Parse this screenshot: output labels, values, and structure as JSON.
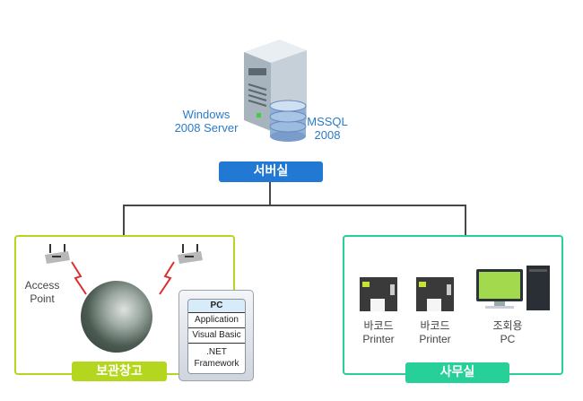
{
  "server": {
    "os_label_line1": "Windows",
    "os_label_line2": "2008 Server",
    "db_label_line1": "MSSQL",
    "db_label_line2": "2008",
    "room_label": "서버실",
    "room_color": "#2279d4"
  },
  "warehouse": {
    "label": "보관창고",
    "color": "#b5d61f",
    "access_point_line1": "Access",
    "access_point_line2": "Point",
    "pc_stack": {
      "title": "PC",
      "layers": [
        "Application",
        "Visual Basic",
        ".NET Framework"
      ]
    }
  },
  "office": {
    "label": "사무실",
    "color": "#27cf99",
    "devices": [
      {
        "line1": "바코드",
        "line2": "Printer",
        "icon": "barcode-printer-icon"
      },
      {
        "line1": "바코드",
        "line2": "Printer",
        "icon": "barcode-printer-icon"
      },
      {
        "line1": "조회용",
        "line2": "PC",
        "icon": "desktop-pc-icon"
      }
    ]
  }
}
